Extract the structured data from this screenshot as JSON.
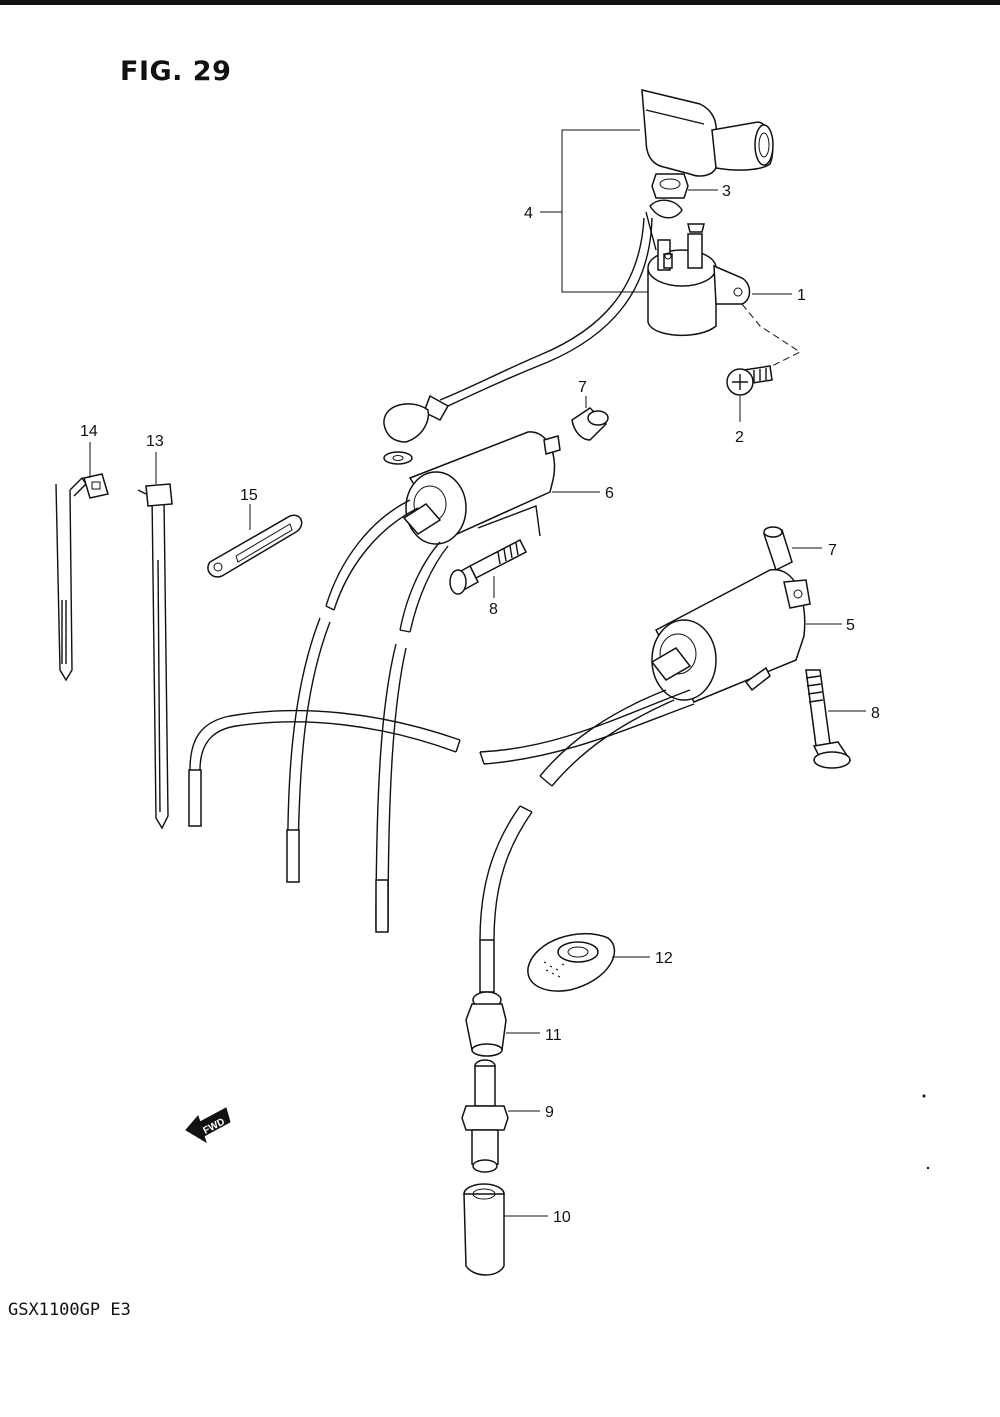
{
  "figure": {
    "title": "FIG. 29",
    "model": "GSX1100GP  E3"
  },
  "callouts": {
    "c1": "1",
    "c2": "2",
    "c3": "3",
    "c4": "4",
    "c5": "5",
    "c6": "6",
    "c7a": "7",
    "c7b": "7",
    "c8a": "8",
    "c8b": "8",
    "c9": "9",
    "c10": "10",
    "c11": "11",
    "c12": "12",
    "c13": "13",
    "c14": "14",
    "c15": "15"
  },
  "fwd_badge": "FWD"
}
